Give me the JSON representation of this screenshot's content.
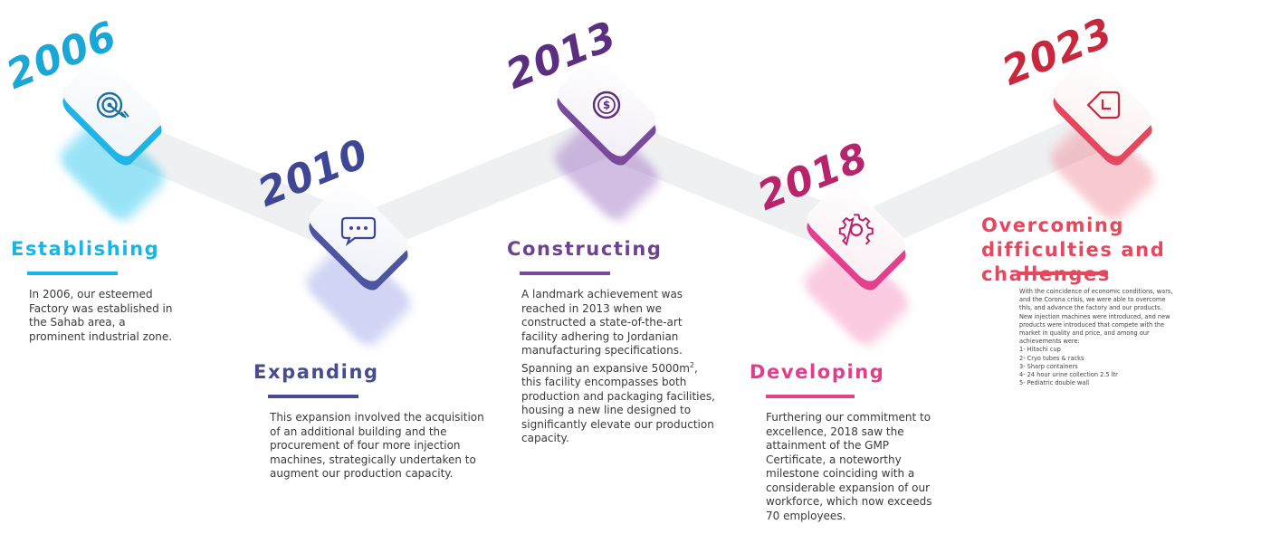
{
  "colors": {
    "path": "#eef0f2",
    "establishing": "#18b6e8",
    "expanding": "#4b519c",
    "constructing": "#7a4a9c",
    "developing": "#e23f8c",
    "overcoming": "#e5485e"
  },
  "milestones": [
    {
      "year": "2006",
      "icon": "target-icon",
      "title": "Establishing",
      "text": "In 2006, our esteemed Factory was established in the Sahab area, a prominent industrial zone."
    },
    {
      "year": "2010",
      "icon": "chat-bubble-icon",
      "title": "Expanding",
      "text": "This expansion involved the acquisition of an additional building and the procurement of four more injection machines, strategically undertaken to augment our production capacity."
    },
    {
      "year": "2013",
      "icon": "dollar-coin-icon",
      "title": "Constructing",
      "text_before_sup": "A landmark achievement was reached in 2013 when we constructed a state-of-the-art facility adhering to Jordanian manufacturing specifications. Spanning an expansive 5000m",
      "text_sup": "2",
      "text_after_sup": ", this facility encompasses both production and packaging facilities, housing a new line designed to significantly elevate our production capacity."
    },
    {
      "year": "2018",
      "icon": "gear-icon",
      "title": "Developing",
      "text": "Furthering our commitment to excellence, 2018 saw the attainment of the GMP Certificate, a noteworthy milestone coinciding with a considerable expansion of our workforce, which now exceeds 70 employees."
    },
    {
      "year": "2023",
      "icon": "clock-tag-icon",
      "title": "Overcoming difficulties and challenges",
      "text": "With the coincidence of economic conditions, wars, and the Corona crisis, we were able to overcome this, and advance the factory and our products. New injection machines were introduced, and new products were introduced that compete with the market in quality and price, and among our achievements were:",
      "achievements": [
        "1- Hitachi cup",
        "2- Cryo tubes & racks",
        "3- Sharp containers",
        "4- 24 hour urine collection 2.5 ltr",
        "5- Pediatric double wall"
      ]
    }
  ]
}
